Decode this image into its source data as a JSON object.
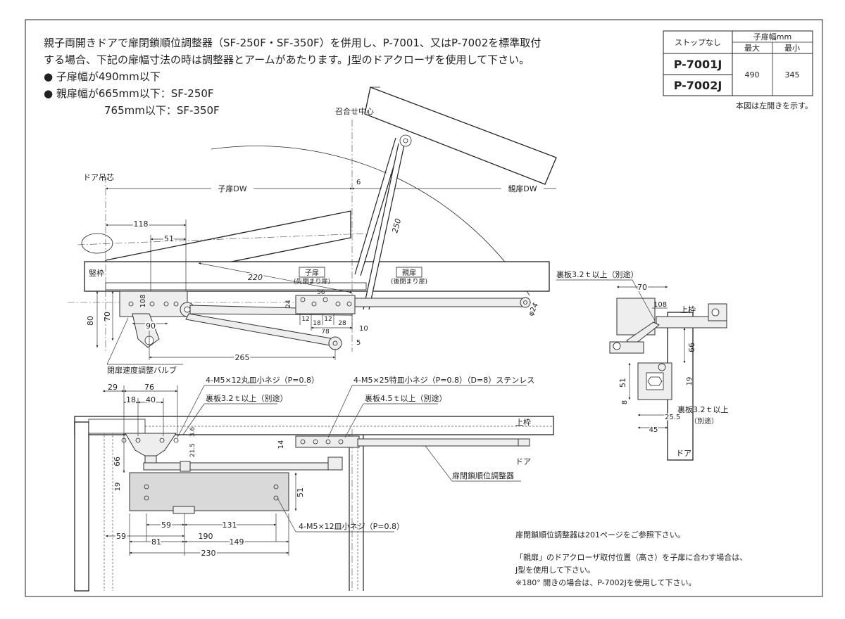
{
  "intro": {
    "line1": "親子両開きドアで扉閉鎖順位調整器（SF-250F・SF-350F）を併用し、P-7001、又はP-7002を標準取付",
    "line2": "する場合、下記の扉幅寸法の時は調整器とアームがあたります。J型のドアクローザを使用して下さい。",
    "bullet1": "● 子扉幅が490mm以下",
    "bullet2": "● 親扉幅が665mm以下：SF-250F",
    "bullet3": "765mm以下：SF-350F"
  },
  "spec_table": {
    "stop_header": "ストップなし",
    "width_header": "子扉幅mm",
    "max_header": "最大",
    "min_header": "最小",
    "model1": "P-7001J",
    "model2": "P-7002J",
    "max_value": "490",
    "min_value": "345",
    "note": "本図は左開きを示す。"
  },
  "top_view": {
    "meeting_center": "召合せ中心",
    "hinge_center": "ドア吊芯",
    "child_dw": "子扉DW",
    "parent_dw": "親扉DW",
    "frame": "竪枠",
    "child_door": "子扉",
    "child_door_sub": "(先閉まり扉)",
    "parent_door": "親扉",
    "parent_door_sub": "(後閉まり扉)",
    "valve_label": "閉扉速度調整バルブ",
    "dims": {
      "d118": "118",
      "d51": "51",
      "d220": "220",
      "d250": "250",
      "d6": "6",
      "d108": "108",
      "d80": "80",
      "d70": "70",
      "d90": "90",
      "d265": "265",
      "d24": "24",
      "d56": "56",
      "d12a": "12",
      "d18": "18",
      "d12b": "12",
      "d28": "28",
      "d78": "78",
      "d10": "10",
      "d5": "5",
      "phi24": "φ24"
    }
  },
  "side_view": {
    "plate_label": "裏板3.2ｔ以上（別途）",
    "top_frame": "上枠",
    "door": "ドア",
    "dims": {
      "d70": "70",
      "d108": "108",
      "d66": "66",
      "d51": "51",
      "d19": "19",
      "d8": "8",
      "d25_5": "25.5",
      "d45": "45"
    },
    "plate_label2": "裏板3.2ｔ以上",
    "plate_label2_sub": "（別途）"
  },
  "front_view": {
    "screw1": "4-M5×12丸皿小ネジ（P=0.8）",
    "plate1": "裏板3.2ｔ以上（別途）",
    "screw2": "4-M5×25特皿小ネジ（P=0.8）（D=8）ステンレス",
    "plate2": "裏板4.5ｔ以上（別途）",
    "top_frame": "上枠",
    "door": "ドア",
    "regulator": "扉閉鎖順位調整器",
    "screw3": "4-M5×12皿小ネジ（P=0.8）",
    "dims": {
      "d29": "29",
      "d76": "76",
      "d18": "18",
      "d40": "40",
      "d3_6": "3.6",
      "d21_5": "21.5",
      "d14": "14",
      "d66": "66",
      "d19": "19",
      "d51": "51",
      "d59a": "59",
      "d190": "190",
      "d131": "131",
      "d59b": "59",
      "d81": "81",
      "d149": "149",
      "d230": "230"
    }
  },
  "notes": {
    "n1": "扉閉鎖順位調整器は201ページをご参照下さい。",
    "n2": "「親扉」のドアクローザ取付位置（高さ）を子扉に合わす場合は、",
    "n3": "J型を使用して下さい。",
    "n4": "※180° 開きの場合は、P-7002Jを使用して下さい。"
  }
}
